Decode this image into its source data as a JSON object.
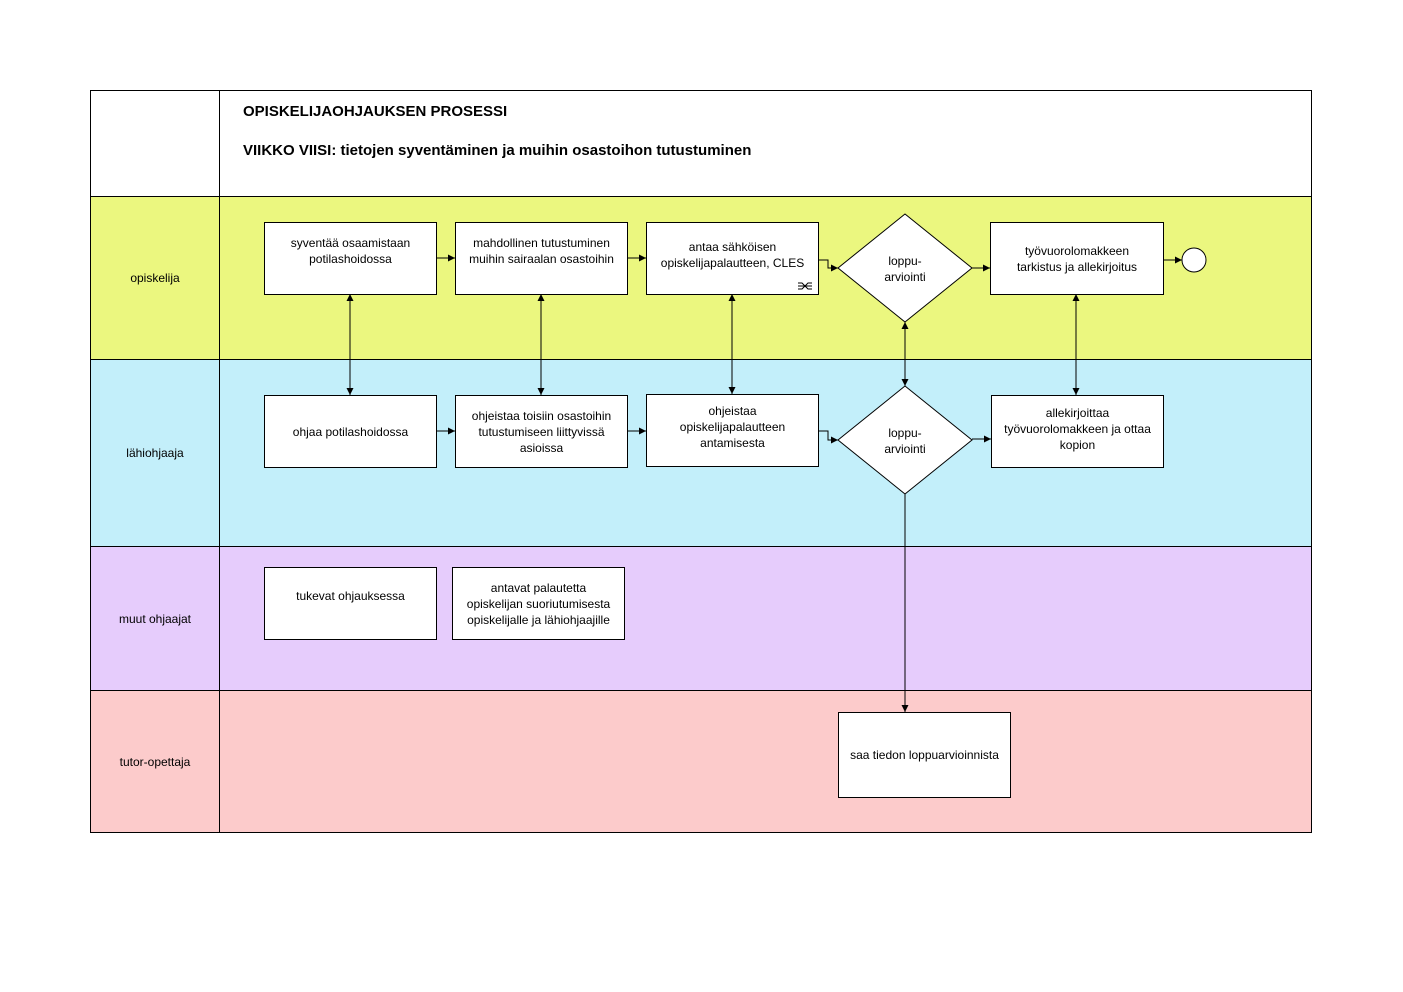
{
  "header": {
    "title": "OPISKELIJAOHJAUKSEN PROSESSI",
    "subtitle": "VIIKKO VIISI: tietojen syventäminen ja muihin osastoihon tutustuminen"
  },
  "lanes": {
    "opiskelija": {
      "label": "opiskelija",
      "color": "#ebf77f"
    },
    "lahiohjaaja": {
      "label": "lähiohjaaja",
      "color": "#c3effa"
    },
    "muut": {
      "label": "muut ohjaajat",
      "color": "#e6ccfc"
    },
    "tutor": {
      "label": "tutor-opettaja",
      "color": "#fccbcb"
    }
  },
  "opiskelija": {
    "step1": "syventää osaamistaan\npotilashoidossa",
    "step2": "mahdollinen tutustuminen\nmuihin sairaalan osastoihin",
    "step3": "antaa sähköisen\nopiskelijapalautteen, CLES",
    "decision": "loppu-\narviointi",
    "step4": "työvuorolomakkeen\ntarkistus ja allekirjoitus"
  },
  "lahiohjaaja": {
    "step1": "ohjaa potilashoidossa",
    "step2": "ohjeistaa toisiin osastoihin\ntutustumiseen liittyvissä\nasioissa",
    "step3": "ohjeistaa\nopiskelijapalautteen\nantamisesta",
    "decision": "loppu-\narviointi",
    "step4": "allekirjoittaa\ntyövuorolomakkeen ja ottaa\nkopion"
  },
  "muut": {
    "step1": "tukevat ohjauksessa",
    "step2": "antavat palautetta\nopiskelijan suoriutumisesta\nopiskelijalle ja lähiohjaajille"
  },
  "tutor": {
    "step1": "saa tiedon loppuarvioinnista"
  }
}
